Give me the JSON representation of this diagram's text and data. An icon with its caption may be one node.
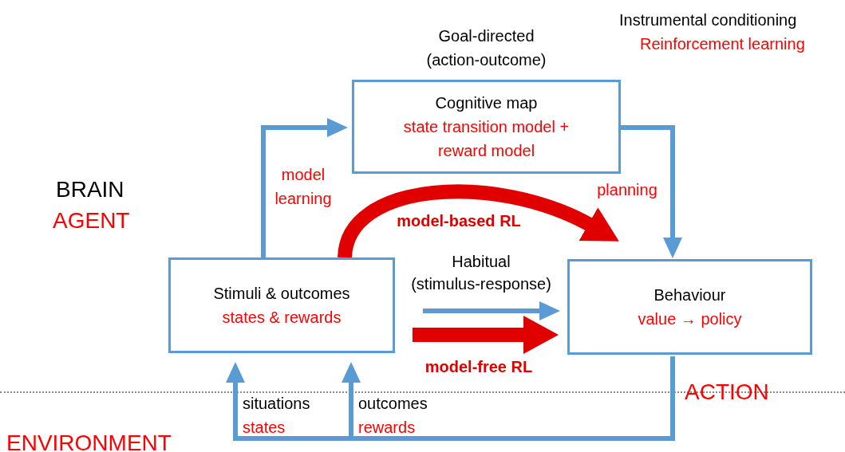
{
  "diagram": {
    "nodes": [
      {
        "text": [
          "Cognitive map",
          "state transition model + reward model"
        ],
        "beside": [
          "Goal-directed (action-outcome)"
        ]
      },
      {
        "text": [
          "Stimuli & outcomes",
          "states & rewards"
        ]
      },
      {
        "text": [
          "Behaviour",
          "value → policy"
        ]
      }
    ],
    "edges": [
      {
        "from": 1,
        "to": 0,
        "arrow": "to",
        "label": "model learning"
      },
      {
        "from": 0,
        "to": 2,
        "arrow": "to",
        "label": "planning"
      },
      {
        "from": 1,
        "to": 2,
        "arrow": "to",
        "label": "model-based RL",
        "style": "thick",
        "color": "#e00000"
      },
      {
        "from": 1,
        "to": 2,
        "arrow": "to",
        "label": "Habitual (stimulus-response)"
      },
      {
        "from": 1,
        "to": 2,
        "arrow": "to",
        "label": "model-free RL",
        "style": "thick",
        "color": "#e00000"
      },
      {
        "from": 2,
        "to": 1,
        "arrow": "to",
        "label": "situations states"
      },
      {
        "from": 2,
        "to": 1,
        "arrow": "to",
        "label": "outcomes rewards"
      }
    ],
    "labels": [
      "Instrumental conditioning",
      "Reinforcement learning",
      "BRAIN",
      "AGENT",
      "ACTION",
      "ENVIRONMENT"
    ]
  }
}
